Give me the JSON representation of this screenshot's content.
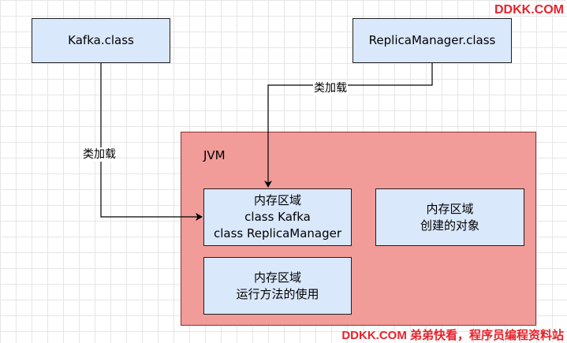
{
  "nodes": {
    "kafka_class": "Kafka.class",
    "replica_class": "ReplicaManager.class",
    "jvm_label": "JVM",
    "memory_area_1": [
      "内存区域",
      "class Kafka",
      "class ReplicaManager"
    ],
    "memory_area_2": [
      "内存区域",
      "创建的对象"
    ],
    "memory_area_3": [
      "内存区域",
      "运行方法的使用"
    ]
  },
  "edges": {
    "load_label_left": "类加载",
    "load_label_right": "类加载"
  },
  "watermarks": {
    "top_right": "DDKK.COM",
    "bottom_right": "DDKK.COM 弟弟快看，程序员编程资料站"
  }
}
